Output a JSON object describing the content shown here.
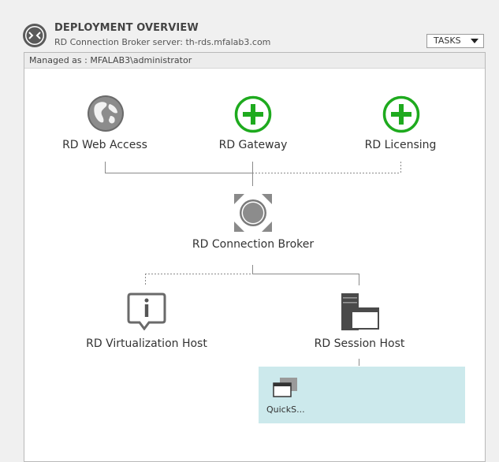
{
  "header": {
    "title": "DEPLOYMENT OVERVIEW",
    "subtitle": "RD Connection Broker server: th-rds.mfalab3.com",
    "tasks_label": "TASKS"
  },
  "managed": {
    "text": "Managed as : MFALAB3\\administrator"
  },
  "nodes": {
    "web_access": "RD Web Access",
    "gateway": "RD Gateway",
    "licensing": "RD Licensing",
    "connection_broker": "RD Connection Broker",
    "virtualization_host": "RD Virtualization Host",
    "session_host": "RD Session Host"
  },
  "collection": {
    "label": "QuickS..."
  },
  "colors": {
    "add_green": "#1eaa1e",
    "selection_bg": "#cce9ec",
    "line": "#888888"
  }
}
